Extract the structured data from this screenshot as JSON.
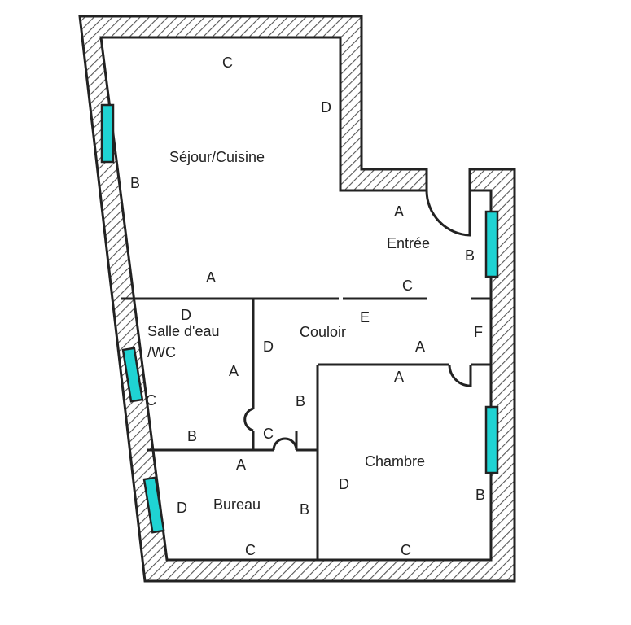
{
  "colors": {
    "wall_stroke": "#222222",
    "hatch": "#555555",
    "window_fill": "#1fd3d3",
    "background": "#ffffff"
  },
  "rooms": {
    "sejour": "Séjour/Cuisine",
    "entree": "Entrée",
    "salle_deau_line1": "Salle d'eau",
    "salle_deau_line2": "/WC",
    "couloir": "Couloir",
    "bureau": "Bureau",
    "chambre": "Chambre"
  },
  "wall_labels": {
    "sejour_c": "C",
    "sejour_d": "D",
    "sejour_b": "B",
    "sejour_a": "A",
    "entree_a": "A",
    "entree_b": "B",
    "entree_c": "C",
    "couloir_e": "E",
    "couloir_f": "F",
    "couloir_a": "A",
    "couloir_d": "D",
    "couloir_b": "B",
    "couloir_c": "C",
    "salle_d": "D",
    "salle_a": "A",
    "salle_c": "C",
    "salle_b": "B",
    "chambre_a": "A",
    "chambre_d": "D",
    "chambre_b": "B",
    "chambre_c": "C",
    "bureau_a": "A",
    "bureau_d": "D",
    "bureau_b": "B",
    "bureau_c": "C"
  }
}
